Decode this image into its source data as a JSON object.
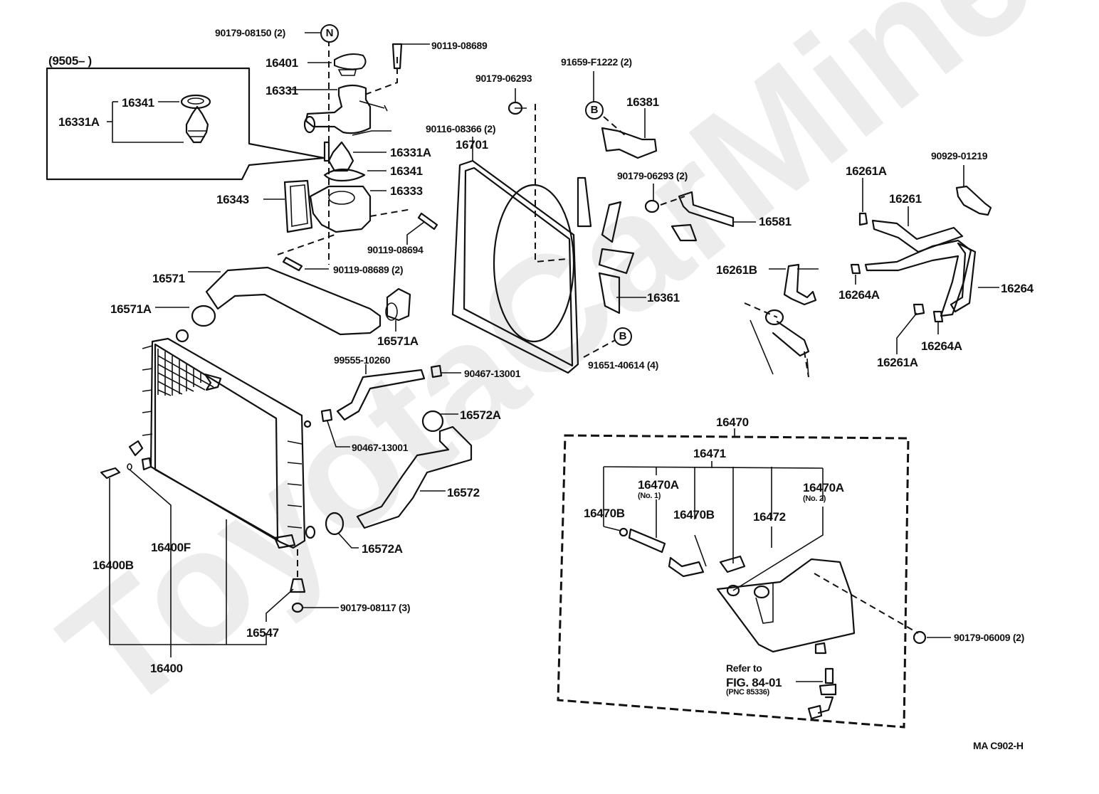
{
  "diagram": {
    "figure_code": "MA C902-H",
    "watermark": "ToyotaCarMine.ru",
    "inset_range_label": "(9505–        )",
    "markers": {
      "n": "N",
      "b_top": "B",
      "b_bottom": "B"
    },
    "parts": {
      "p90179_08150": "90179-08150 (2)",
      "p90119_08689_top": "90119-08689",
      "p16401": "16401",
      "p16331": "16331",
      "p90116_08366": "90116-08366 (2)",
      "p16331A": "16331A",
      "p16341": "16341",
      "p16333": "16333",
      "p16343": "16343",
      "p90119_08694": "90119-08694",
      "p90119_08689_2": "90119-08689 (2)",
      "inset_16341": "16341",
      "inset_16331A": "16331A",
      "p90179_06293": "90179-06293",
      "p91659_F1222": "91659-F1222 (2)",
      "p16381": "16381",
      "p16701": "16701",
      "p90179_06293_2": "90179-06293 (2)",
      "p16581": "16581",
      "p16361": "16361",
      "p91651_40614": "91651-40614 (4)",
      "p16261B": "16261B",
      "p16261A_top": "16261A",
      "p16261": "16261",
      "p90929_01219": "90929-01219",
      "p16264A_left": "16264A",
      "p16264": "16264",
      "p16261A_bottom": "16261A",
      "p16264A_bottom": "16264A",
      "p16571": "16571",
      "p16571A_left": "16571A",
      "p16571A_right": "16571A",
      "p99555_10260": "99555-10260",
      "p90467_13001_top": "90467-13001",
      "p90467_13001_bottom": "90467-13001",
      "p16572A_top": "16572A",
      "p16572": "16572",
      "p16572A_bottom": "16572A",
      "p16400B": "16400B",
      "p16400F": "16400F",
      "p16400": "16400",
      "p16547": "16547",
      "p90179_08117": "90179-08117 (3)",
      "p16470": "16470",
      "p16471": "16471",
      "p16470A_no1": "16470A",
      "p16470A_no1_sub": "(No. 1)",
      "p16470A_no2": "16470A",
      "p16470A_no2_sub": "(No. 2)",
      "p16470B_left": "16470B",
      "p16470B_mid": "16470B",
      "p16472": "16472",
      "p90179_06009": "90179-06009 (2)",
      "refer_line1": "Refer to",
      "refer_line2": "FIG. 84-01",
      "refer_line3": "(PNC 85336)"
    }
  }
}
